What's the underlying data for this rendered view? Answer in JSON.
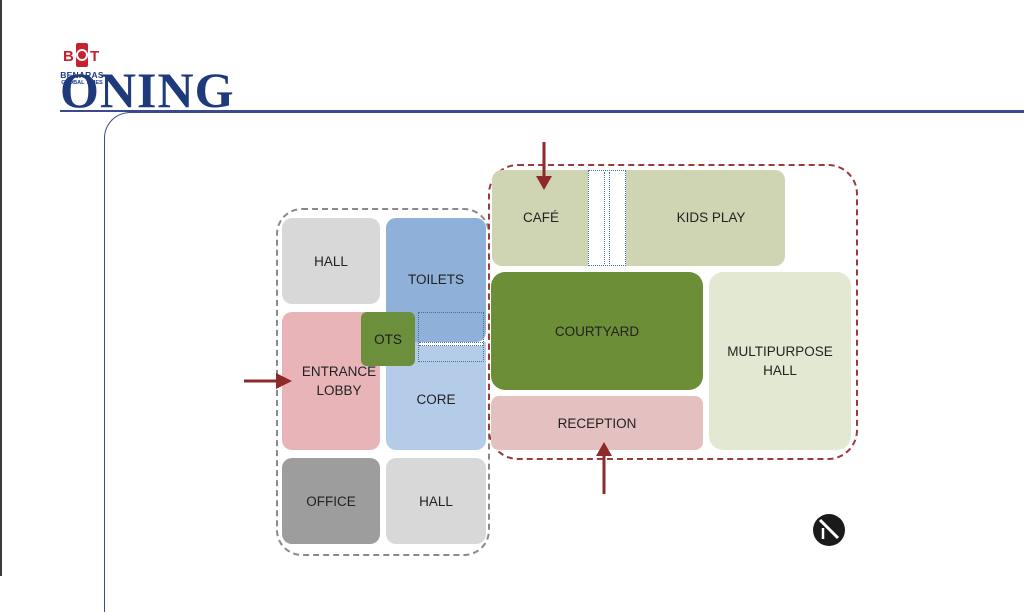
{
  "slide": {
    "title": "ONING",
    "logo": {
      "line1": "BENARAS",
      "line2": "GLOBAL TIMES",
      "mark": "BGT"
    }
  },
  "zones": {
    "hall_top": "HALL",
    "toilets": "TOILETS",
    "ots": "OTS",
    "entrance_lobby": "ENTRANCE\nLOBBY",
    "core": "CORE",
    "office": "OFFICE",
    "hall_bottom": "HALL",
    "cafe": "CAFÉ",
    "kids_play": "KIDS PLAY",
    "courtyard": "COURTYARD",
    "multipurpose_hall": "MULTIPURPOSE\nHALL",
    "reception": "RECEPTION"
  },
  "colors": {
    "title_text": "#1e3a7a",
    "logo_red": "#c8202f",
    "logo_blue": "#1e3a8a",
    "hall": "#d8d8d8",
    "toilets": "#8fb0d9",
    "core": "#b4cce8",
    "ots": "#6b8f3a",
    "entrance_lobby": "#e8b4b8",
    "office": "#9d9d9d",
    "cafe": "#cfd5b2",
    "kids_play": "#cfd5b2",
    "courtyard": "#6b8e37",
    "multipurpose_hall": "#e3e8d2",
    "reception": "#e5c0c0",
    "grey_dashed": "#8a8a8a",
    "red_dashed": "#9b3a3a",
    "arrow": "#8e2a2a",
    "dotted_blue": "#4a6fa8"
  },
  "icons": [
    "entry-arrow-icon",
    "north-arrow-icon"
  ]
}
